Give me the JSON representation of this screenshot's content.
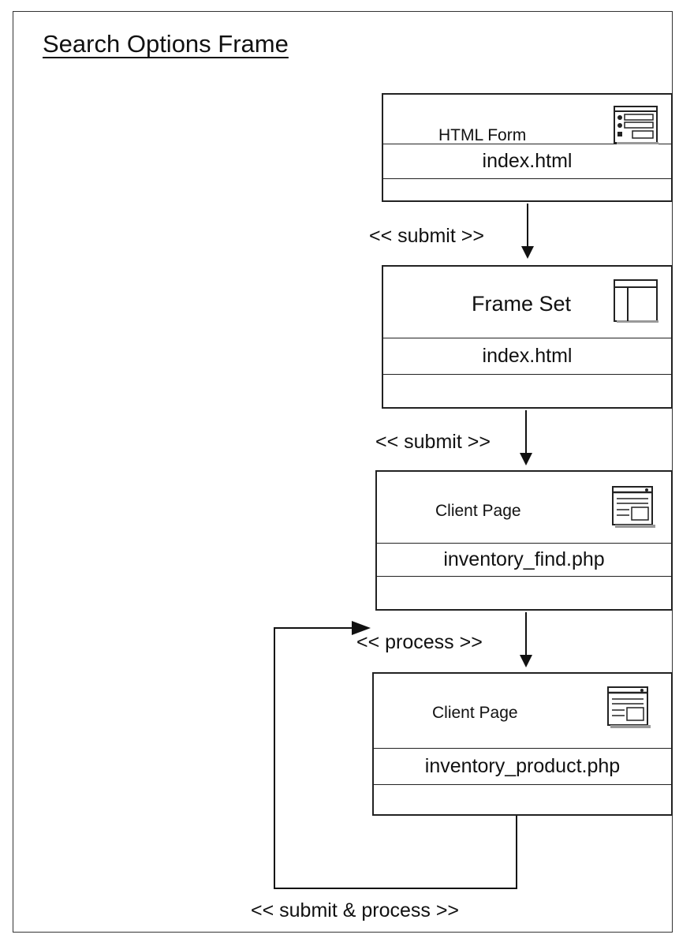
{
  "frame": {
    "title": "Search Options Frame"
  },
  "nodes": [
    {
      "stereotype": "HTML Form",
      "filename": "index.html",
      "icon": "html-form-icon"
    },
    {
      "stereotype": "Frame Set",
      "filename": "index.html",
      "icon": "frameset-icon"
    },
    {
      "stereotype": "Client Page",
      "filename": "inventory_find.php",
      "icon": "client-page-icon"
    },
    {
      "stereotype": "Client Page",
      "filename": "inventory_product.php",
      "icon": "client-page-icon"
    }
  ],
  "edges": [
    {
      "label": "<< submit >>"
    },
    {
      "label": "<< submit >>"
    },
    {
      "label": "<< process >>"
    },
    {
      "label": "<< submit & process >>"
    }
  ]
}
